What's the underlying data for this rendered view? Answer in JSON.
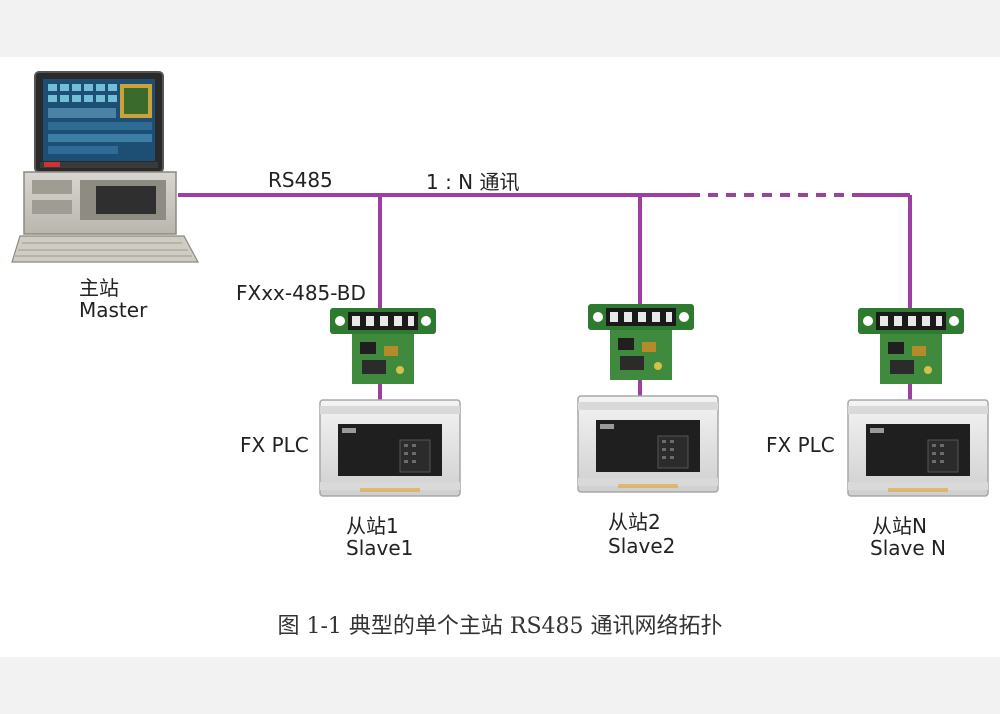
{
  "diagram": {
    "bus_label": "RS485",
    "bus_mode_label": "1 : N 通讯",
    "module_label": "FXxx-485-BD",
    "master": {
      "label_cn": "主站",
      "label_en": "Master"
    },
    "plc_label": "FX PLC",
    "slaves": [
      {
        "label_cn": "从站1",
        "label_en": "Slave1"
      },
      {
        "label_cn": "从站2",
        "label_en": "Slave2"
      },
      {
        "label_cn": "从站N",
        "label_en": "Slave N"
      }
    ],
    "caption": "图 1-1  典型的单个主站 RS485 通讯网络拓扑"
  },
  "colors": {
    "bus": "#9b3fa3",
    "board": "#3f8a3c",
    "plc_body": "#e6e6e6",
    "plc_panel": "#1f1f1f"
  },
  "icons": [
    "computer-icon",
    "rs485-board-icon",
    "plc-icon"
  ]
}
